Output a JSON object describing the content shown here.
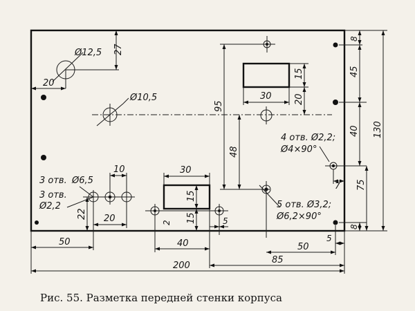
{
  "caption": "Рис. 55. Разметка передней стенки корпуса",
  "dims": {
    "d_top_27": "27",
    "d_left_20": "20",
    "d_hole_125": "Ø12,5",
    "d_hole_105": "Ø10,5",
    "d_rect_15": "15",
    "d_rect_30": "30",
    "d_rect_20": "20",
    "d_95": "95",
    "d_48": "48",
    "d_right_8_top": "8",
    "d_right_45": "45",
    "d_right_40": "40",
    "d_right_130": "130",
    "d_right_7": "7",
    "d_right_75": "75",
    "d_right_8_bot": "8",
    "d_low_10": "10",
    "d_low_20": "20",
    "d_low_22": "22",
    "d_rect2_30": "30",
    "d_rect2_15a": "15",
    "d_rect2_15b": "15",
    "d_2": "2",
    "d_5_small": "5",
    "d_bottom_50": "50",
    "d_bottom_40": "40",
    "d_bottom_200": "200",
    "d_bottom_85": "85",
    "d_bottom_50r": "50",
    "d_bottom_5": "5"
  },
  "notes": {
    "n1_a": "3 отв.",
    "n1_b": "Ø6,5",
    "n2_a": "3 отв.",
    "n2_b": "Ø2,2",
    "n3_a": "4 отв. Ø2,2;",
    "n3_b": "Ø4×90°",
    "n4_a": "5 отв. Ø3,2;",
    "n4_b": "Ø6,2×90°"
  }
}
